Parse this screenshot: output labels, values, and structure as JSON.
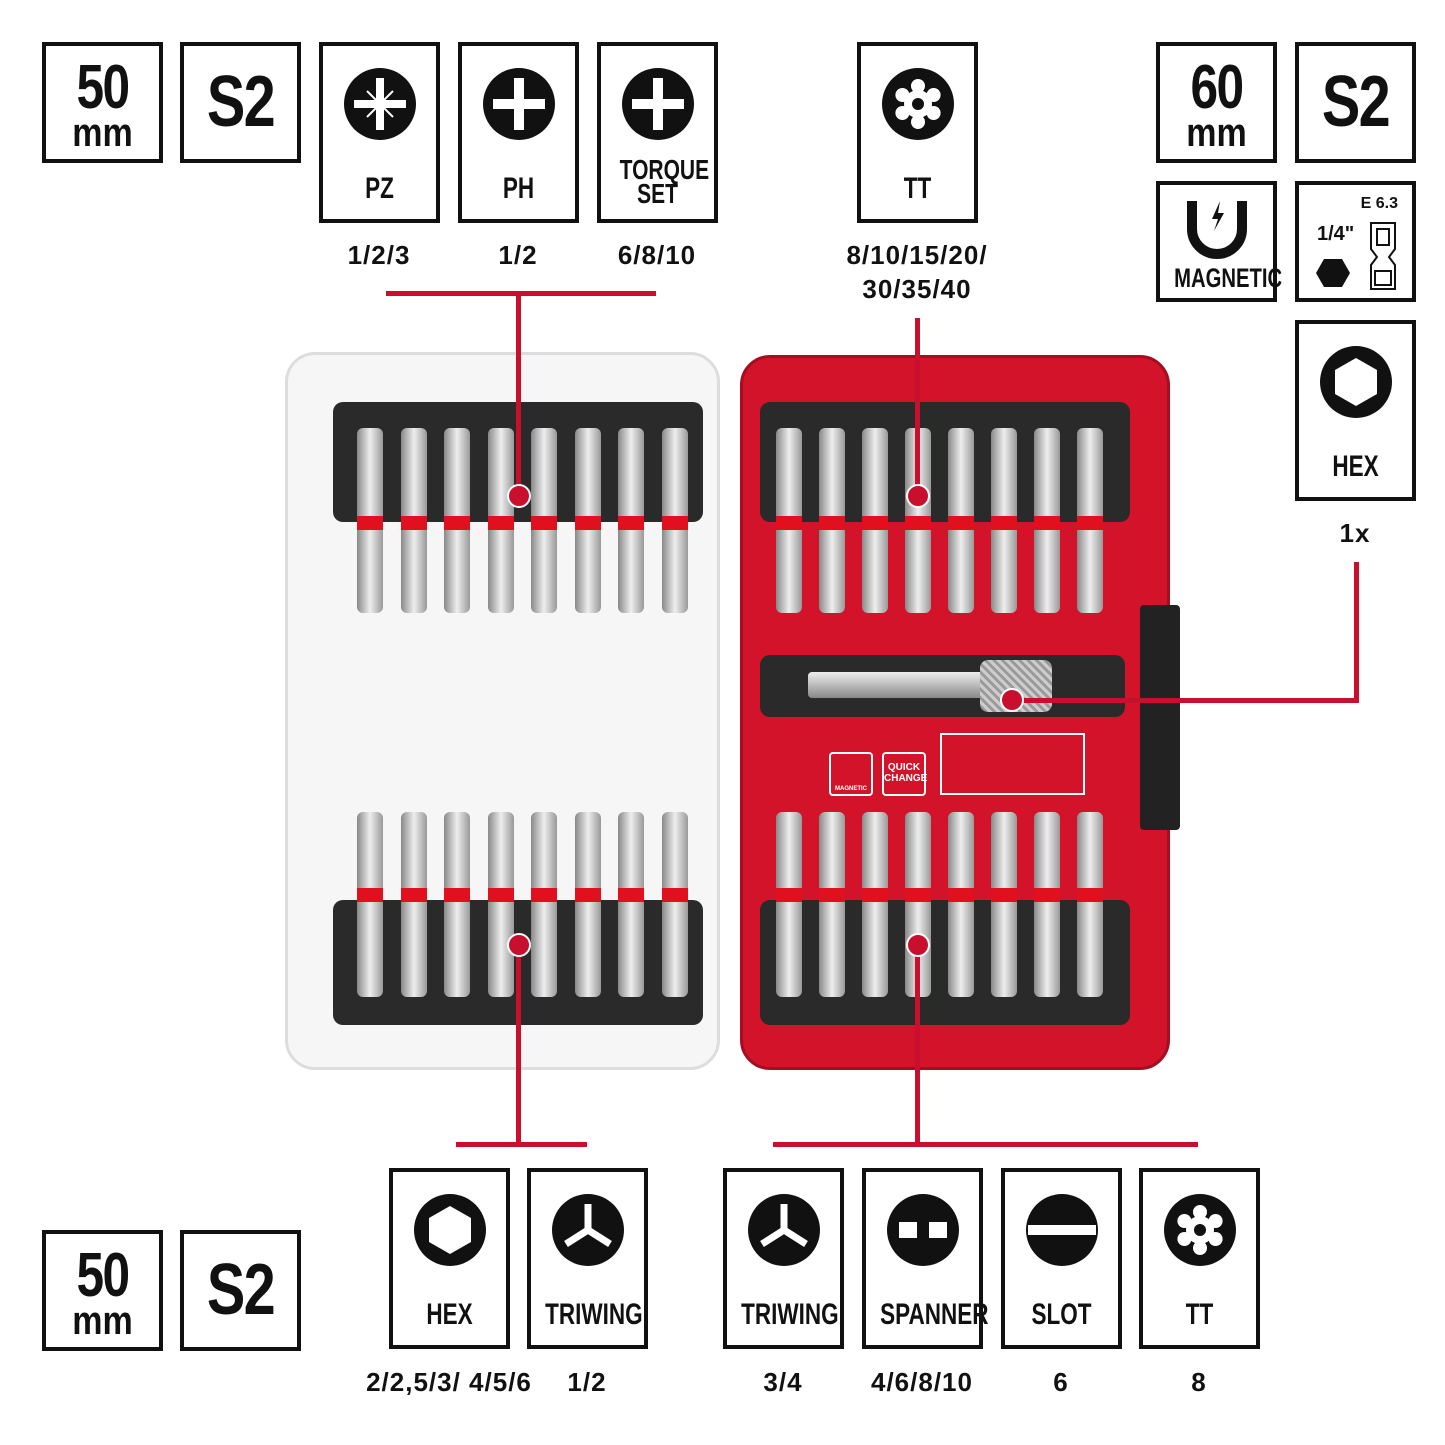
{
  "top_left": {
    "length_value": "50",
    "length_unit": "mm",
    "material": "S2"
  },
  "top_bits": [
    {
      "type": "PZ",
      "sizes": "1/2/3",
      "icon": "pozidriv-icon"
    },
    {
      "type": "PH",
      "sizes": "1/2",
      "icon": "phillips-icon"
    },
    {
      "type": "TORQUE SET",
      "sizes": "6/8/10",
      "icon": "torque-set-icon"
    },
    {
      "type": "TT",
      "sizes": "8/10/15/20/ 30/35/40",
      "icon": "torx-tamper-icon"
    }
  ],
  "top_right": {
    "length_value": "60",
    "length_unit": "mm",
    "material": "S2",
    "magnetic_label": "MAGNETIC",
    "shank_standard": "E 6.3",
    "shank_size": "1/4\"",
    "holder_type": "HEX",
    "holder_qty": "1x"
  },
  "bottom_left": {
    "length_value": "50",
    "length_unit": "mm",
    "material": "S2"
  },
  "bottom_bits": [
    {
      "type": "HEX",
      "sizes": "2/2,5/3/ 4/5/6",
      "icon": "hex-icon"
    },
    {
      "type": "TRIWING",
      "sizes": "1/2",
      "icon": "triwing-icon"
    },
    {
      "type": "TRIWING",
      "sizes": "3/4",
      "icon": "triwing-icon"
    },
    {
      "type": "SPANNER",
      "sizes": "4/6/8/10",
      "icon": "spanner-icon"
    },
    {
      "type": "SLOT",
      "sizes": "6",
      "icon": "slot-icon"
    },
    {
      "type": "TT",
      "sizes": "8",
      "icon": "torx-tamper-icon"
    }
  ],
  "case_labels": {
    "magnetic": "MAGNETIC",
    "quick_change": "QUICK CHANGE"
  },
  "colors": {
    "accent": "#c8102e",
    "case_red": "#d3132a",
    "ink": "#111111"
  }
}
